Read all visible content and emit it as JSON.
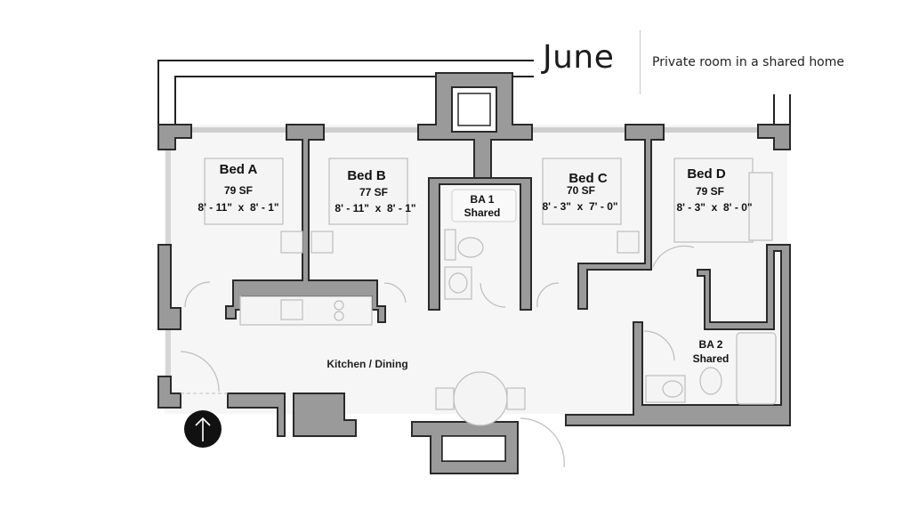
{
  "header": {
    "brand": "June",
    "tagline": "Private room in a shared home"
  },
  "rooms": [
    {
      "name": "Bed A",
      "area": "79 SF",
      "dims": "8' - 11\"  x  8' - 1\""
    },
    {
      "name": "Bed B",
      "area": "77 SF",
      "dims": "8' - 11\"  x  8' - 1\""
    },
    {
      "name": "Bed C",
      "area": "70 SF",
      "dims": "8' - 3\"  x  7' - 0\""
    },
    {
      "name": "Bed D",
      "area": "79 SF",
      "dims": "8' - 3\"  x  8' - 0\""
    }
  ],
  "bath1": {
    "line1": "BA 1",
    "line2": "Shared"
  },
  "bath2": {
    "line1": "BA 2",
    "line2": "Shared"
  },
  "common": {
    "label": "Kitchen / Dining"
  },
  "icons": {
    "north": "north-arrow-icon"
  },
  "colors": {
    "wall_fill": "#9a9a9a",
    "wall_stroke": "#2a2a2a",
    "brand_text": "#1c1c1c"
  }
}
